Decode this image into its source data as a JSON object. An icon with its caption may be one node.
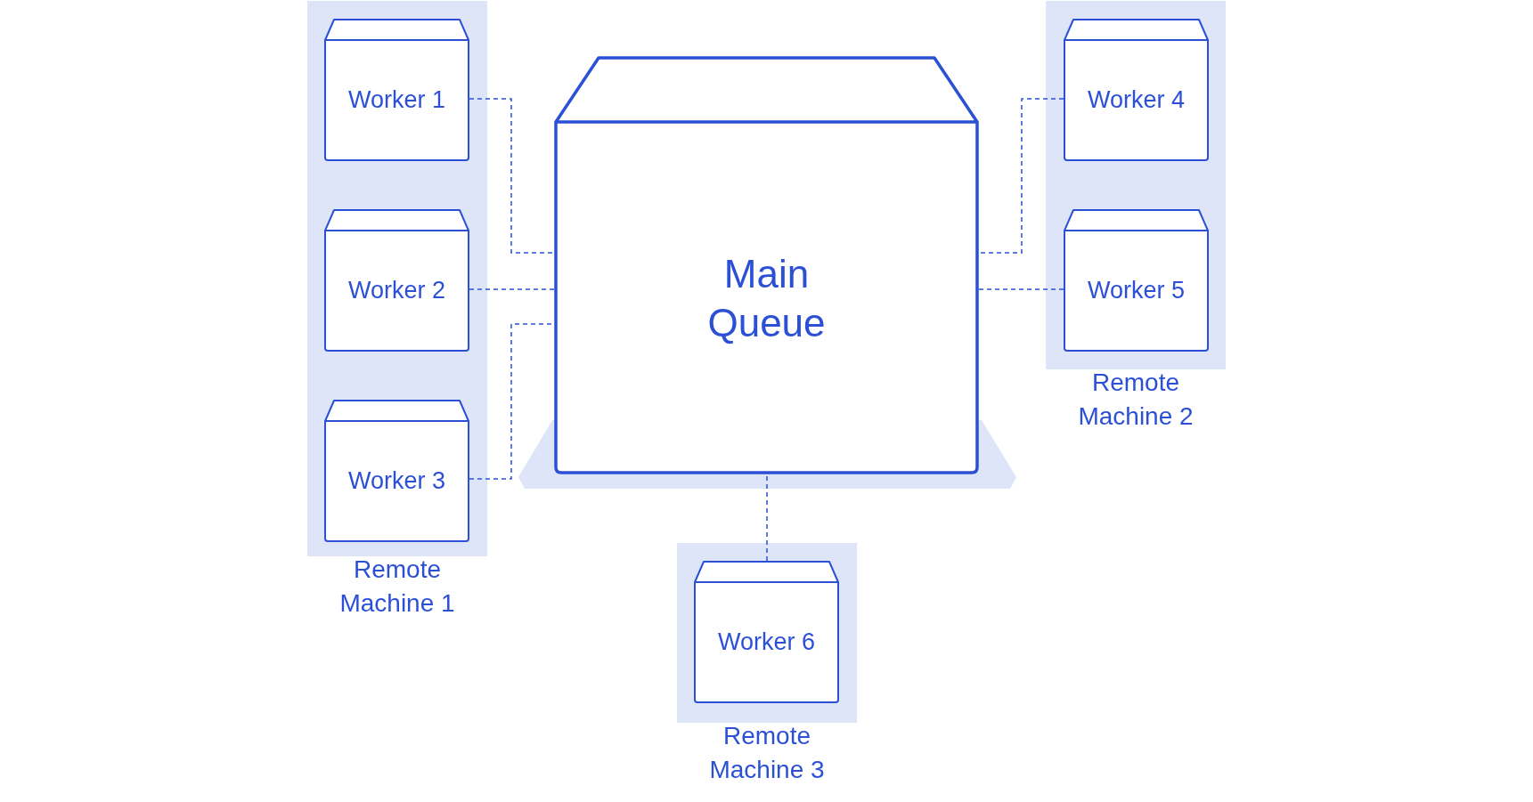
{
  "diagram": {
    "nodes": [
      {
        "text": [
          "Remote Machine 1"
        ]
      },
      {
        "text": [
          "Worker 1"
        ],
        "in": 0
      },
      {
        "text": [
          "Worker 2"
        ],
        "in": 0
      },
      {
        "text": [
          "Worker 3"
        ],
        "in": 0
      },
      {
        "text": [
          "Main Queue"
        ]
      },
      {
        "text": [
          "Remote Machine 2"
        ]
      },
      {
        "text": [
          "Worker 4"
        ],
        "in": 5
      },
      {
        "text": [
          "Worker 5"
        ],
        "in": 5
      },
      {
        "text": [
          "Remote Machine 3"
        ]
      },
      {
        "text": [
          "Worker 6"
        ],
        "in": 8
      }
    ],
    "edges": [
      {
        "from": 1,
        "to": 4,
        "arrow": "none",
        "style": "dashed"
      },
      {
        "from": 2,
        "to": 4,
        "arrow": "none",
        "style": "dashed"
      },
      {
        "from": 3,
        "to": 4,
        "arrow": "none",
        "style": "dashed"
      },
      {
        "from": 6,
        "to": 4,
        "arrow": "none",
        "style": "dashed"
      },
      {
        "from": 7,
        "to": 4,
        "arrow": "none",
        "style": "dashed"
      },
      {
        "from": 9,
        "to": 4,
        "arrow": "none",
        "style": "dashed"
      }
    ]
  }
}
